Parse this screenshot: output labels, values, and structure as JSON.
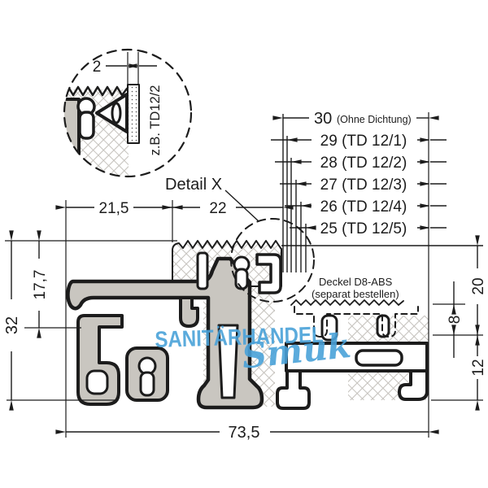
{
  "watermark": {
    "line1": "SANITÄRHANDEL",
    "line2": "Smuk",
    "color": "#4AA2D9"
  },
  "detail_view": {
    "dim_width": "2",
    "seal_name": "z.B. TD12/2",
    "label": "Detail X"
  },
  "width_dims": [
    {
      "label": "30",
      "note": "(Ohne Dichtung)"
    },
    {
      "label": "29 (TD 12/1)"
    },
    {
      "label": "28 (TD 12/2)"
    },
    {
      "label": "27 (TD 12/3)"
    },
    {
      "label": "26 (TD 12/4)"
    },
    {
      "label": "25 (TD 12/5)"
    }
  ],
  "dims": {
    "top_left_width": "21,5",
    "top_mid_width": "22",
    "inner_height": "17,7",
    "total_height": "32",
    "right_height": "20",
    "cover_gap_height": "8",
    "lower_right_height": "12",
    "total_width": "73,5"
  },
  "annotations": {
    "cover_line1": "Deckel D8-ABS",
    "cover_line2": "(separat bestellen)"
  },
  "colors": {
    "line": "#1C1C1C",
    "aluminum": "#C9C6C0",
    "watermark": "#4AA2D9"
  }
}
